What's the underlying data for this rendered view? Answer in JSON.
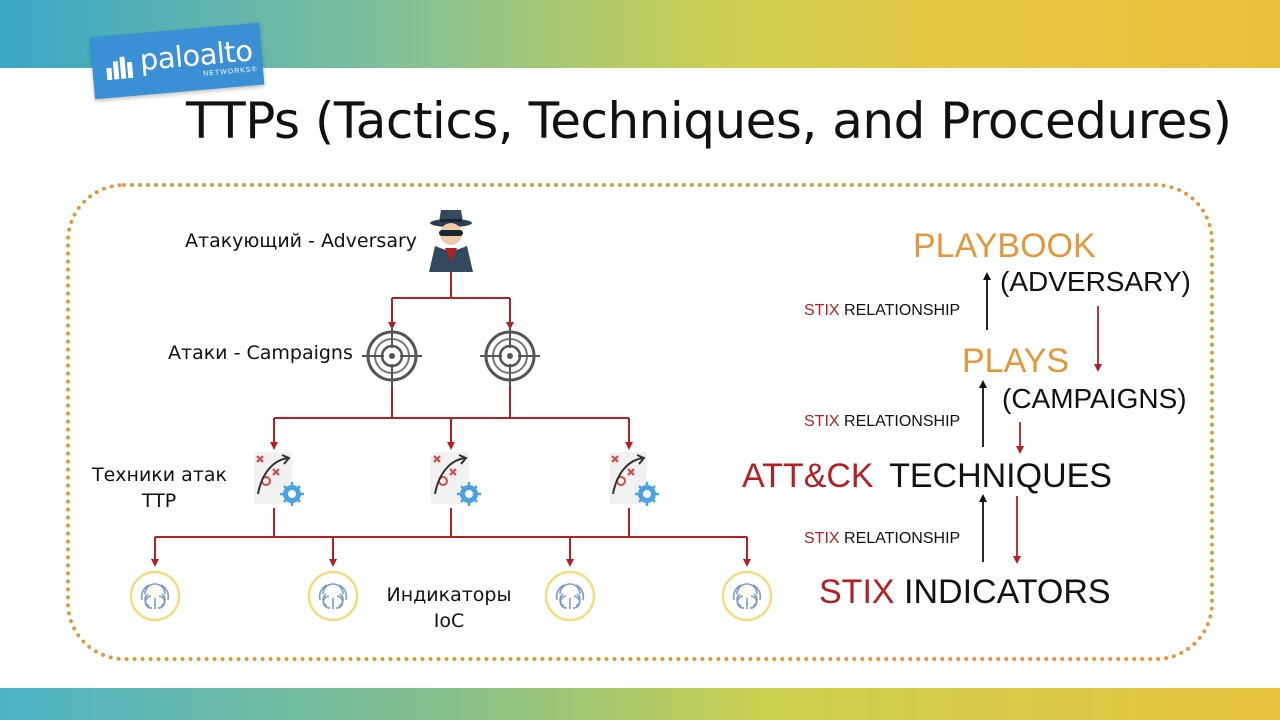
{
  "brand": {
    "name": "paloalto",
    "sub": "NETWORKS®"
  },
  "title": "TTPs (Tactics, Techniques, and Procedures)",
  "hierarchy": {
    "adversary_label": "Атакующий - Adversary",
    "campaigns_label": "Атаки - Campaigns",
    "techniques_label_line1": "Техники атак",
    "techniques_label_line2": "TTP",
    "indicators_label_line1": "Индикаторы",
    "indicators_label_line2": "IoC",
    "icons": {
      "adversary": "spy-icon",
      "campaign": "crosshair-target-icon",
      "technique": "strategy-plan-icon",
      "indicator": "fingerprint-icon"
    },
    "line_color": "#b41f24"
  },
  "stix_model": {
    "playbook": "PLAYBOOK",
    "adversary": "(ADVERSARY)",
    "plays": "PLAYS",
    "campaigns": "(CAMPAIGNS)",
    "attck": "ATT&CK",
    "techniques": "TECHNIQUES",
    "stix": "STIX",
    "indicators": "INDICATORS",
    "relationship_prefix": "STIX",
    "relationship_word": "RELATIONSHIP",
    "colors": {
      "orange": "#e3973a",
      "red": "#b41f24",
      "dark": "#111111"
    }
  }
}
